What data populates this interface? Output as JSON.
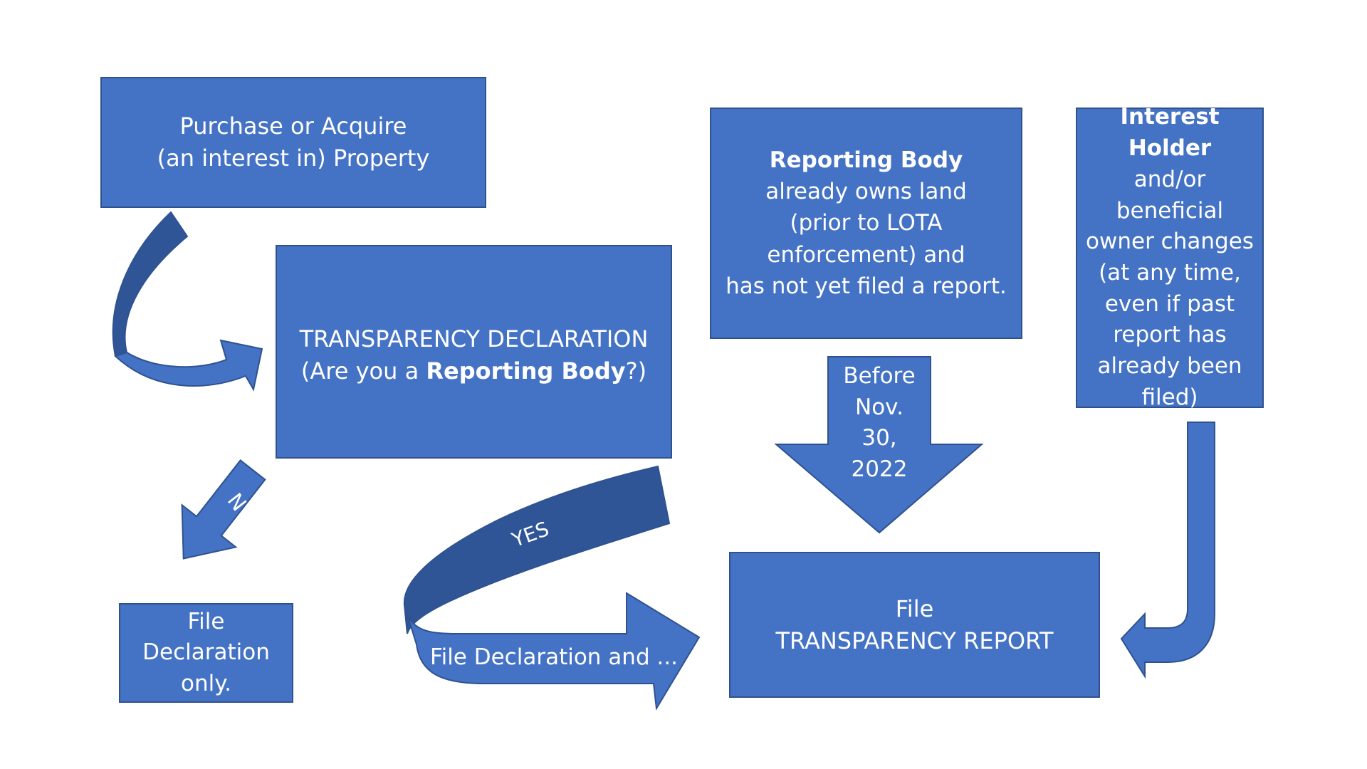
{
  "colors": {
    "box_fill": "#4472C4",
    "box_border": "#2F528F",
    "arrow_fill": "#4472C4",
    "arrow_dark": "#2F5597",
    "text": "#ffffff"
  },
  "boxes": {
    "purchase": {
      "line1": "Purchase or Acquire",
      "line2": "(an interest in) Property"
    },
    "declaration": {
      "line1": "TRANSPARENCY DECLARATION",
      "line2_prefix": "(Are you a ",
      "line2_bold": "Reporting Body",
      "line2_suffix": "?)"
    },
    "reporting_body": {
      "bold": "Reporting Body",
      "line2": "already owns land",
      "line3": "(prior to LOTA",
      "line4": "enforcement) and",
      "line5": "has not yet filed a report."
    },
    "interest_holder": {
      "bold": "Interest Holder",
      "line2": "and/or",
      "line3": "beneficial",
      "line4": "owner changes",
      "line5": "(at any time,",
      "line6": "even if past",
      "line7": "report has",
      "line8": "already been",
      "line9": "filed)"
    },
    "file_declaration_only": {
      "line1": "File",
      "line2": "Declaration",
      "line3": "only."
    },
    "file_report": {
      "line1": "File",
      "line2": "TRANSPARENCY REPORT"
    }
  },
  "arrows": {
    "no_label": "NO",
    "yes_label": "YES",
    "file_declaration_and": "File Declaration and ...",
    "deadline": {
      "line1": "Before",
      "line2": "Nov.",
      "line3": "30,",
      "line4": "2022"
    }
  }
}
